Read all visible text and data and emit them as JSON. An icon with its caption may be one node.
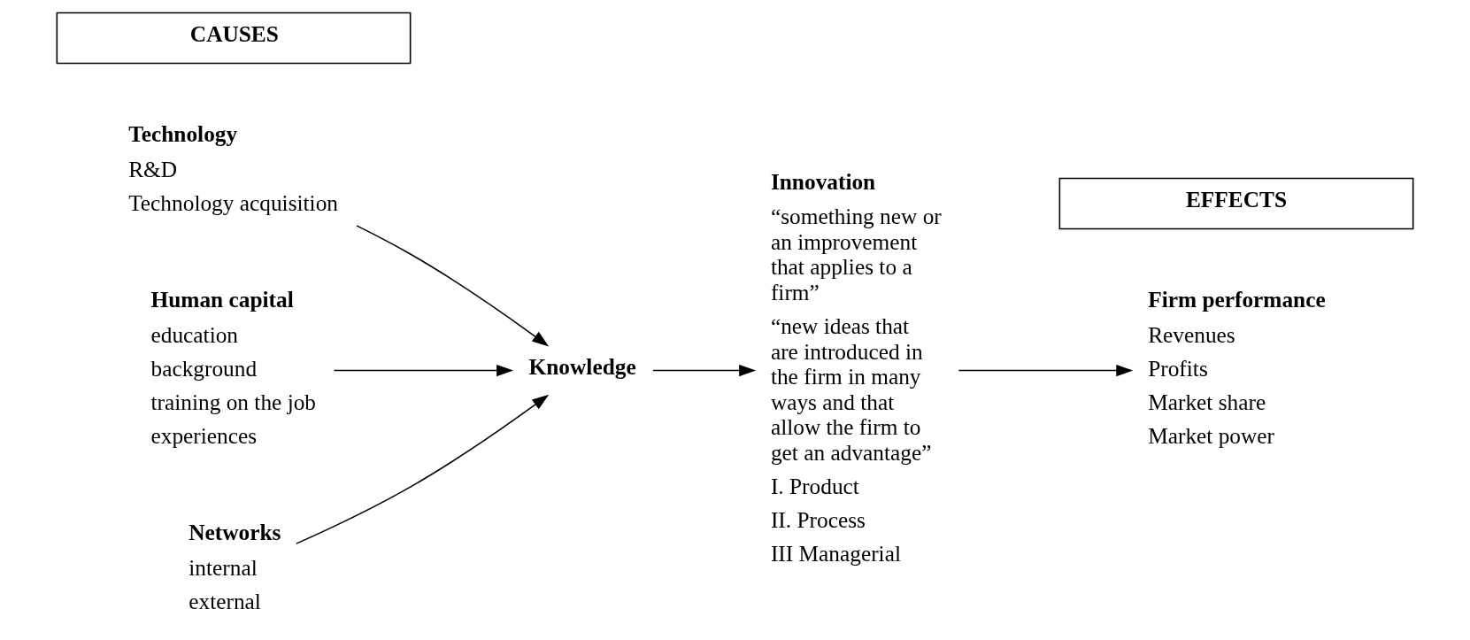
{
  "diagram": {
    "nodes": [
      {
        "text": [
          "CAUSES"
        ]
      },
      {
        "text": [
          "Technology",
          "R&D",
          "Technology acquisition"
        ]
      },
      {
        "text": [
          "Human capital",
          "education",
          "background",
          "training on the job",
          "experiences"
        ]
      },
      {
        "text": [
          "Networks",
          "internal",
          "external"
        ]
      },
      {
        "text": [
          "Knowledge"
        ]
      },
      {
        "text": [
          "Innovation",
          "“something new or an improvement that applies to a firm”",
          "“new ideas that are introduced in the firm in many ways and that allow the firm to get an advantage”",
          "I. Product",
          "II. Process",
          "III Managerial"
        ]
      },
      {
        "text": [
          "EFFECTS"
        ]
      },
      {
        "text": [
          "Firm performance",
          "Revenues",
          "Profits",
          "Market share",
          "Market power"
        ]
      }
    ],
    "edges": [
      {
        "from": 1,
        "to": 4,
        "arrow": "to"
      },
      {
        "from": 2,
        "to": 4,
        "arrow": "to"
      },
      {
        "from": 3,
        "to": 4,
        "arrow": "to"
      },
      {
        "from": 4,
        "to": 5,
        "arrow": "to"
      },
      {
        "from": 5,
        "to": 7,
        "arrow": "to"
      }
    ]
  }
}
